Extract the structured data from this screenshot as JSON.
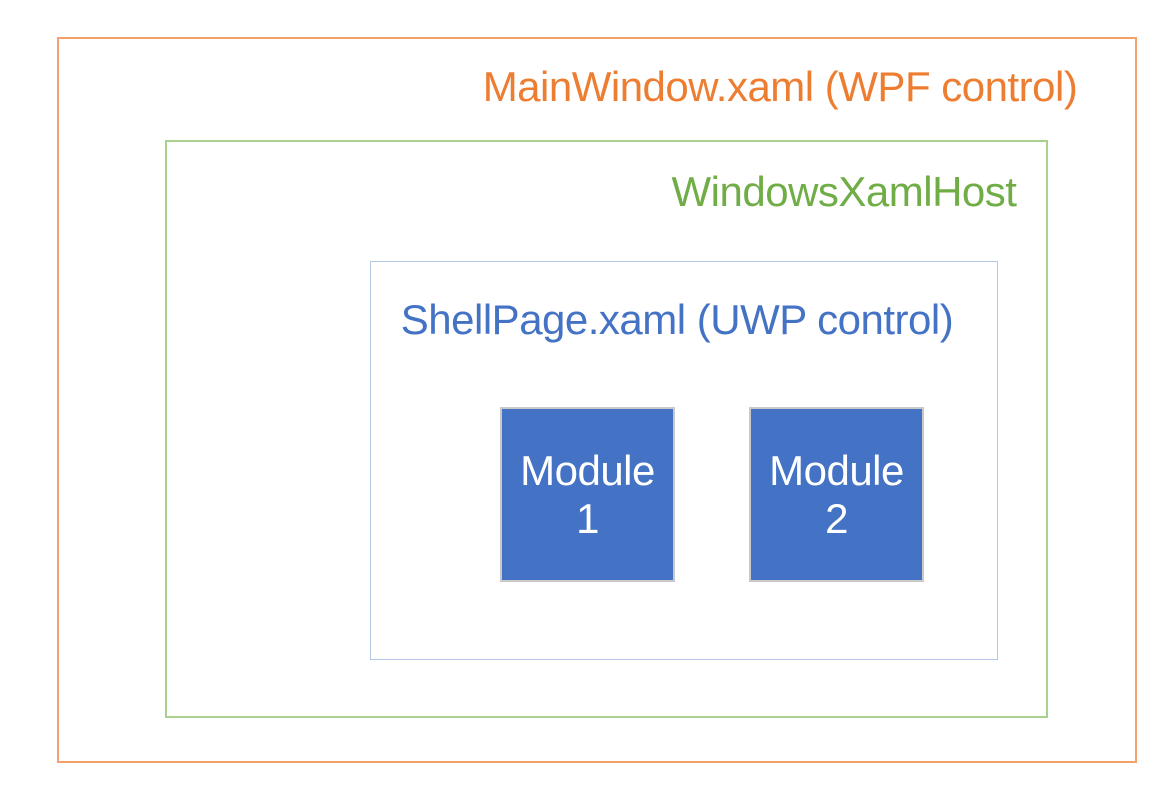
{
  "diagram": {
    "outer_box": {
      "label": "MainWindow.xaml (WPF control)",
      "text_color": "#ED7D31",
      "border_color": "#F2A16F"
    },
    "host_box": {
      "label": "WindowsXamlHost",
      "text_color": "#70AD47",
      "border_color": "#A9D18E"
    },
    "shell_box": {
      "label": "ShellPage.xaml (UWP control)",
      "text_color": "#4472C4",
      "border_color": "#B4C7E7"
    },
    "modules": [
      {
        "line1": "Module",
        "line2": "1"
      },
      {
        "line1": "Module",
        "line2": "2"
      }
    ],
    "module_style": {
      "fill_color": "#4472C4",
      "border_color": "#C9C9C9",
      "text_color": "#FFFFFF"
    },
    "background_color": "#FFFFFF"
  }
}
